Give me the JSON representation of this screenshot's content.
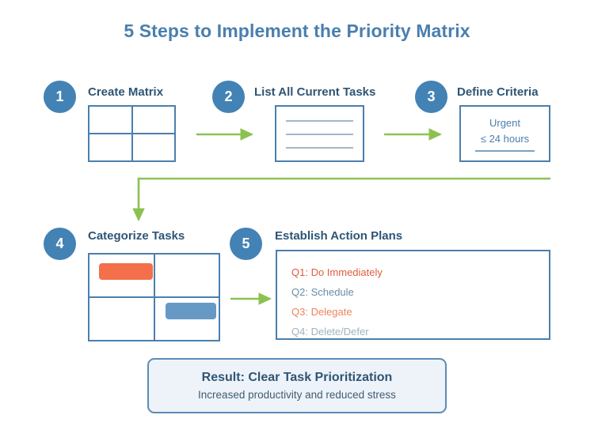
{
  "title": "5 Steps to Implement the Priority Matrix",
  "colors": {
    "title_blue": "#4a7fae",
    "circle_blue": "#4382b5",
    "heading_navy": "#2e5575",
    "box_border": "#4a7fae",
    "arrow_green": "#8cc152",
    "task_orange": "#f4704a",
    "task_blue": "#6699c4",
    "result_bg": "#eef3f9"
  },
  "steps": [
    {
      "number": "1",
      "heading": "Create Matrix",
      "kind": "matrix"
    },
    {
      "number": "2",
      "heading": "List All Current Tasks",
      "kind": "task-list",
      "line_count": 3
    },
    {
      "number": "3",
      "heading": "Define Criteria",
      "kind": "criteria",
      "criteria_line1": "Urgent",
      "criteria_line2": "≤ 24 hours"
    },
    {
      "number": "4",
      "heading": "Categorize Tasks",
      "kind": "categorize",
      "blocks": [
        {
          "quadrant": "top-left",
          "color": "#f4704a"
        },
        {
          "quadrant": "bottom-right",
          "color": "#6699c4"
        }
      ]
    },
    {
      "number": "5",
      "heading": "Establish Action Plans",
      "kind": "action-plans",
      "items": [
        {
          "label": "Q1: Do Immediately",
          "color": "#e05c3e"
        },
        {
          "label": "Q2: Schedule",
          "color": "#6a8da6"
        },
        {
          "label": "Q3: Delegate",
          "color": "#ec8460"
        },
        {
          "label": "Q4: Delete/Defer",
          "color": "#9fb3c0"
        }
      ]
    }
  ],
  "result": {
    "title": "Result: Clear Task Prioritization",
    "subtitle": "Increased productivity and reduced stress"
  }
}
